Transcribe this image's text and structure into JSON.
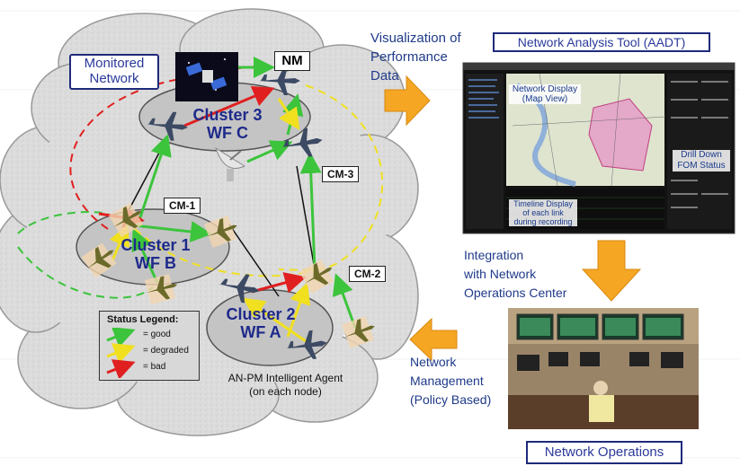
{
  "monitored_network": {
    "label": "Monitored\nNetwork"
  },
  "nm": {
    "label": "NM"
  },
  "clusters": [
    {
      "name": "Cluster 3",
      "wf": "WF C"
    },
    {
      "name": "Cluster 1",
      "wf": "WF B"
    },
    {
      "name": "Cluster 2",
      "wf": "WF A"
    }
  ],
  "cluster_managers": [
    "CM-1",
    "CM-2",
    "CM-3"
  ],
  "legend": {
    "title": "Status Legend:",
    "items": [
      {
        "label": "= good",
        "color": "#3cc43c"
      },
      {
        "label": "= degraded",
        "color": "#f0e020"
      },
      {
        "label": "= bad",
        "color": "#e02020"
      }
    ]
  },
  "agent": {
    "label": "AN-PM Intelligent Agent\n(on each node)"
  },
  "visualization": {
    "text": "Visualization of\nPerformance\nData"
  },
  "aadt": {
    "label": "Network Analysis Tool (AADT)"
  },
  "screen": {
    "network_display": "Network Display\n(Map View)",
    "drill_down": "Drill Down\nFOM Status",
    "timeline": "Timeline Display\nof each link\nduring recording"
  },
  "integration": {
    "text": "Integration\nwith Network\nOperations Center"
  },
  "net_mgmt": {
    "text": "Network\nManagement\n(Policy Based)"
  },
  "net_ops": {
    "label": "Network Operations"
  },
  "colors": {
    "arrow_orange": "#f5a623",
    "label_blue": "#1f2a7a",
    "cloud": "#d6d6d6"
  }
}
